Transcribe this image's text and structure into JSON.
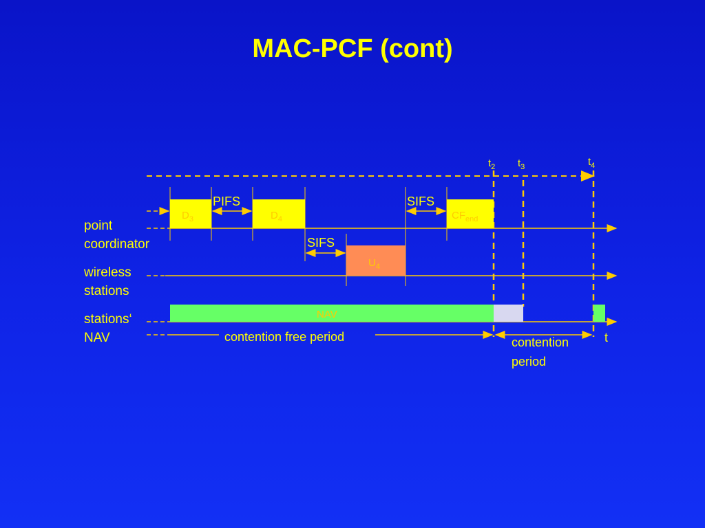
{
  "title": "MAC-PCF (cont)",
  "row_labels": {
    "pc_line1": "point",
    "pc_line2": "coordinator",
    "ws_line1": "wireless",
    "ws_line2": "stations",
    "nav_line1": "stations‘",
    "nav_line2": "NAV"
  },
  "time_markers": {
    "t2": {
      "base": "t",
      "sub": "2"
    },
    "t3": {
      "base": "t",
      "sub": "3"
    },
    "t4": {
      "base": "t",
      "sub": "4"
    }
  },
  "frames": {
    "d3": {
      "base": "D",
      "sub": "3"
    },
    "d4": {
      "base": "D",
      "sub": "4"
    },
    "u4": {
      "base": "U",
      "sub": "4"
    },
    "cfend": {
      "base": "CF",
      "sub": "end"
    }
  },
  "gaps": {
    "pifs": "PIFS",
    "sifs_pc": "SIFS",
    "sifs_ws": "SIFS"
  },
  "nav_label": "NAV",
  "contention_free_label": "contention free period",
  "contention_line1": "contention",
  "contention_line2": "period",
  "time_axis_label": "t",
  "colors": {
    "background": "#0f23e6",
    "text": "#ffff00",
    "line": "#ffcc00",
    "frame_fill": "#ffff00",
    "uplink_fill": "#ff8c55",
    "nav_fill": "#66ff66",
    "nav_tail_fill": "#d8d8f0"
  }
}
